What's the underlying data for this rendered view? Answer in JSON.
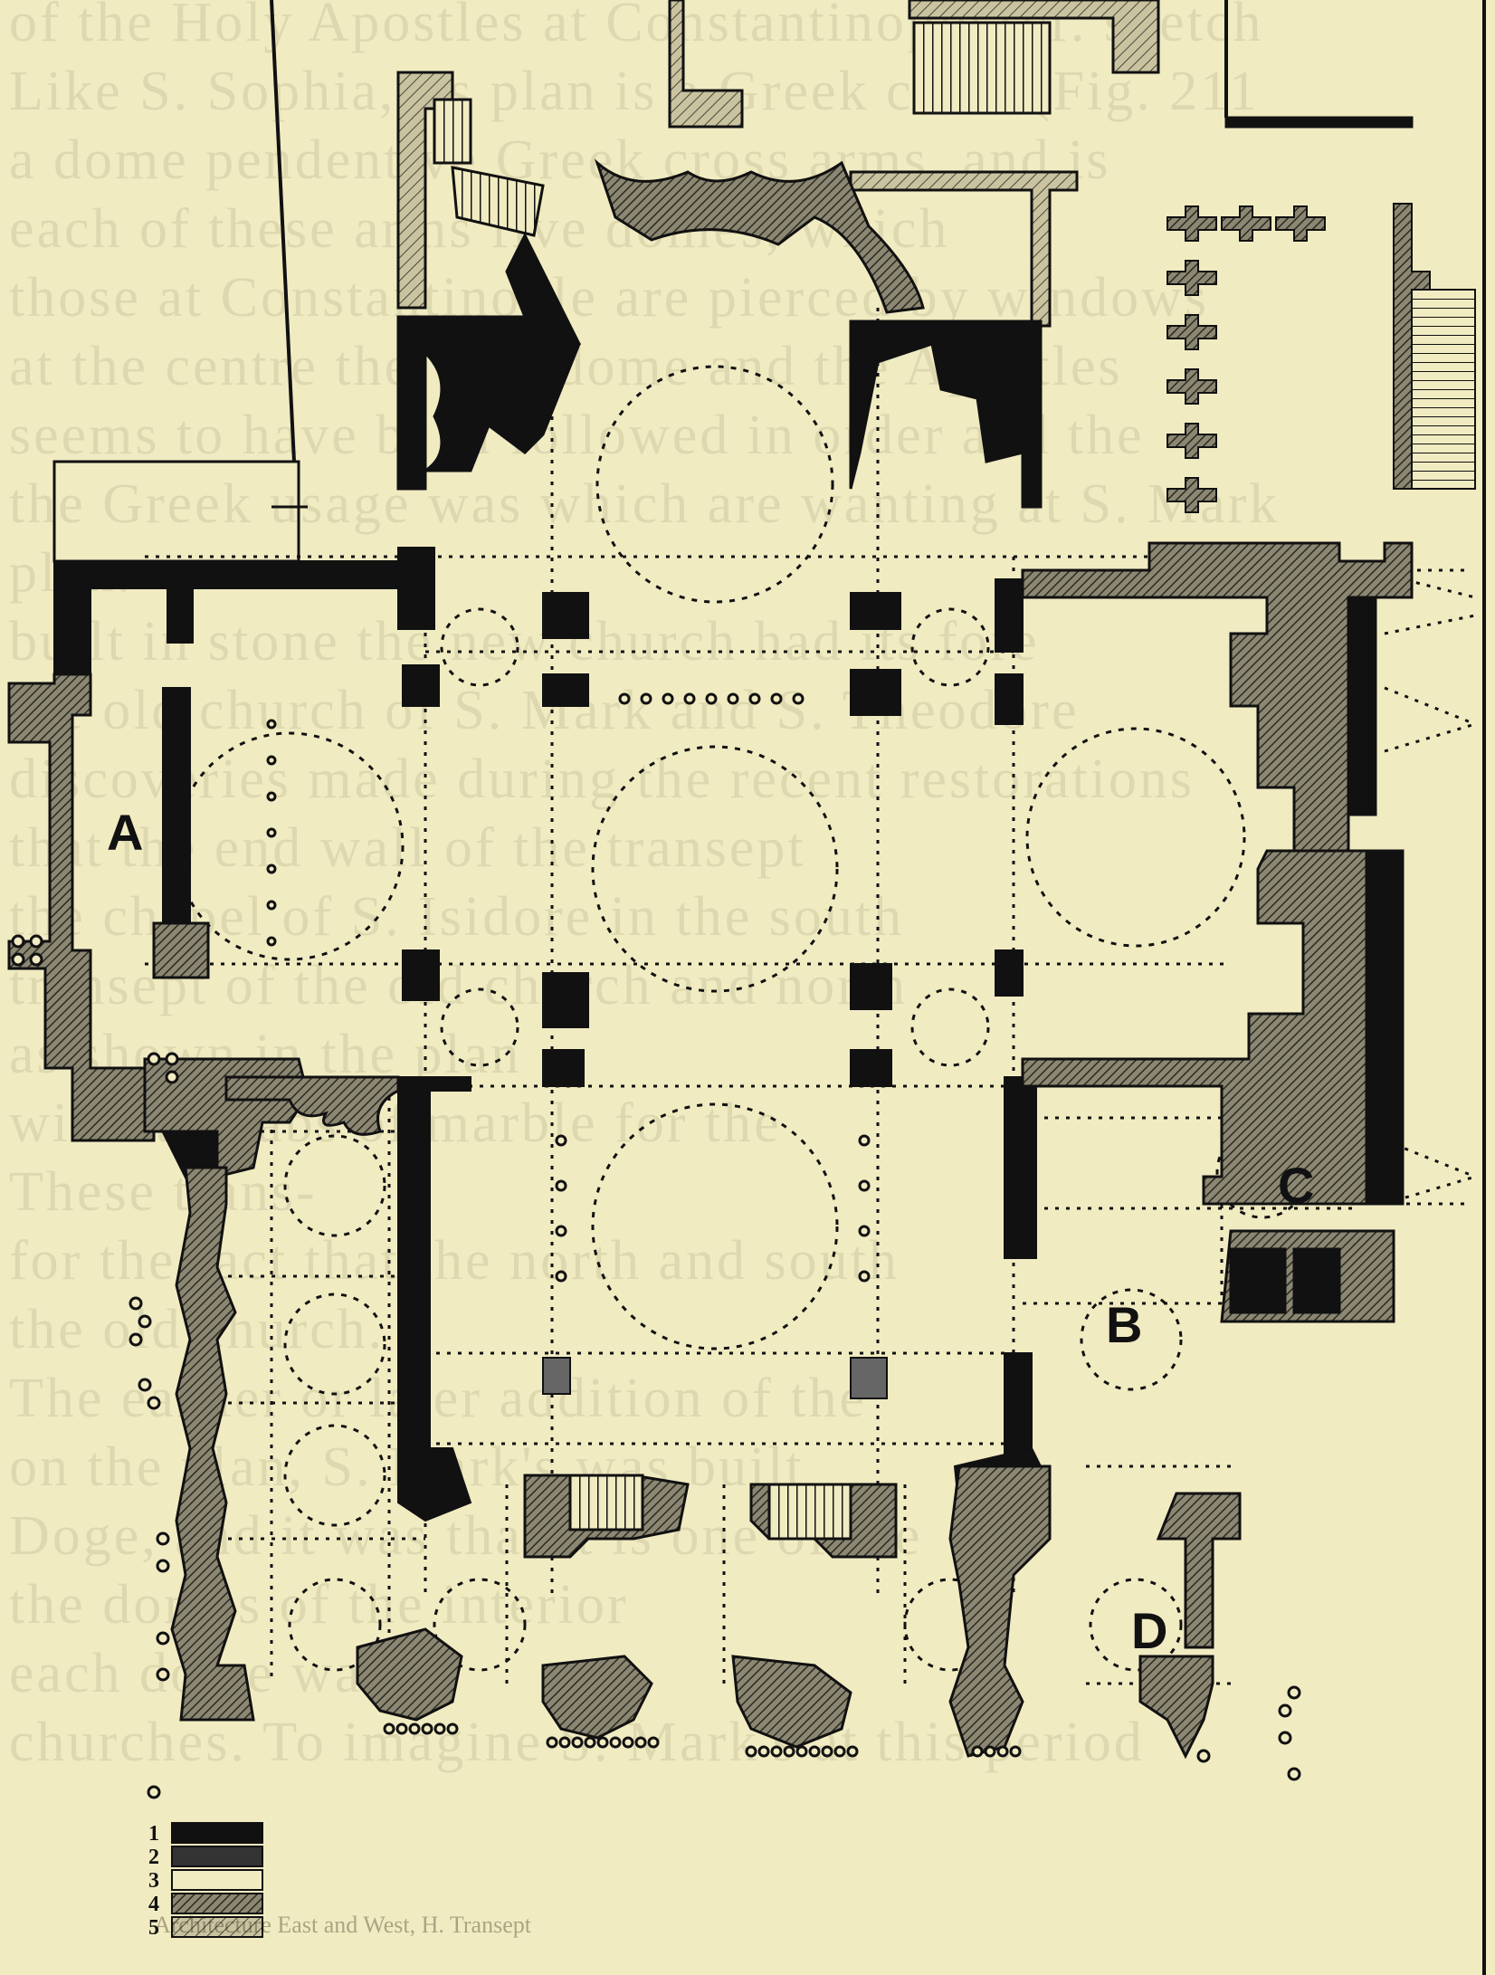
{
  "plan": {
    "labels": {
      "a": "A",
      "b": "B",
      "c": "C",
      "d": "D"
    },
    "key": [
      "1",
      "2",
      "3",
      "4",
      "5"
    ],
    "colors": {
      "paper": "#f1ebc2",
      "ink": "#111111",
      "hatch": "#555555"
    }
  },
  "bleed_text": {
    "lines": [
      "of the Holy Apostles at Constantinople (cf. sketch",
      "Like S. Sophia, its plan is a Greek cross (Fig. 211",
      "a dome pendentive Greek cross arms, and is",
      "each of these arms five domes, which",
      "those at Constantinople are pierced by windows",
      "at the centre the high dome and the Apostles",
      "seems to have been followed in order and the",
      "the Greek usage was which are wanting at S. Mark",
      "plan.",
      "built in stone the new church had its fore",
      "the old church of S. Mark and S. Theodore",
      "discoveries made during the recent restorations",
      "that the end wall of the transept",
      "the chapel of S. Isidore in the south",
      "transept of the old church and north",
      "as shown in the plan",
      "with its slabs of marble for the",
      "These trans-",
      "for the fact that the north and south",
      "the old church.",
      "The earlier or later addition of the",
      "on the plan, S. Mark's was built",
      "Doge, and it was that it is one of the",
      "the domes of the interior",
      "each dome was",
      "churches. To imagine S. Mark's at this period"
    ],
    "footnote": "Architecture East and West, H. Transept"
  }
}
